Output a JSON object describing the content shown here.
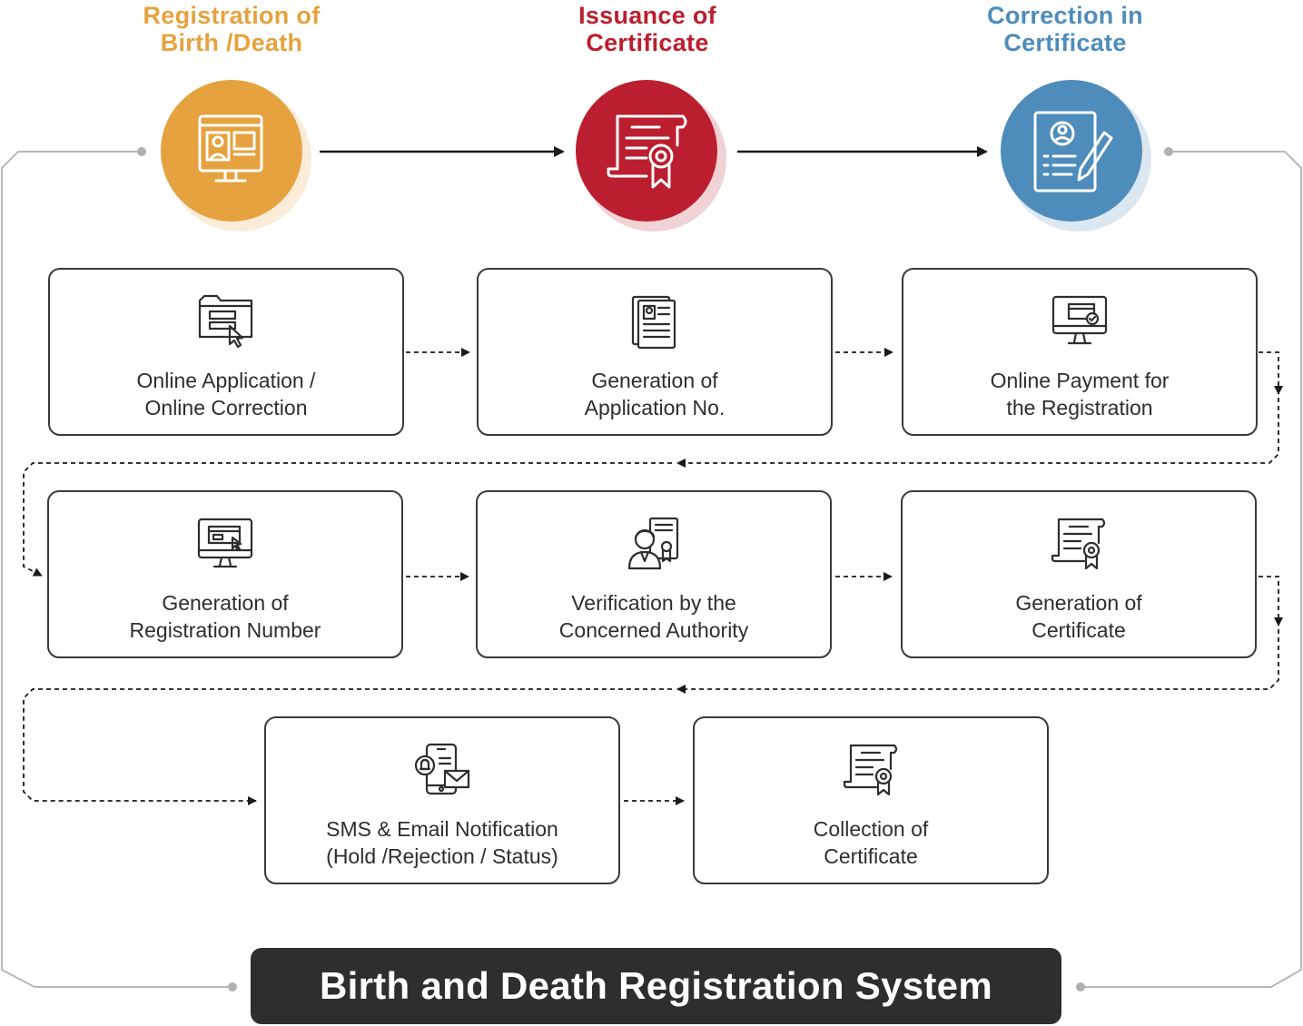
{
  "colors": {
    "registration": "#E5A23E",
    "issuance": "#BB1E2E",
    "correction": "#4E8CBB",
    "banner": "#2E2E2E",
    "text": "#2E2E2E",
    "outline": "#B4B4B4"
  },
  "stages": [
    {
      "line1": "Registration of",
      "line2": "Birth /Death",
      "icon": "computer-profile-icon"
    },
    {
      "line1": "Issuance of",
      "line2": "Certificate",
      "icon": "certificate-icon"
    },
    {
      "line1": "Correction in",
      "line2": "Certificate",
      "icon": "document-edit-icon"
    }
  ],
  "steps": [
    {
      "line1": "Online Application /",
      "line2": "Online Correction",
      "icon": "online-application-icon"
    },
    {
      "line1": "Generation of",
      "line2": "Application No.",
      "icon": "application-document-icon"
    },
    {
      "line1": "Online Payment for",
      "line2": "the Registration",
      "icon": "online-payment-icon"
    },
    {
      "line1": "Generation of",
      "line2": "Registration Number",
      "icon": "registration-monitor-icon"
    },
    {
      "line1": "Verification by the",
      "line2": "Concerned Authority",
      "icon": "authority-verification-icon"
    },
    {
      "line1": "Generation of",
      "line2": "Certificate",
      "icon": "certificate-generation-icon"
    },
    {
      "line1": "SMS & Email Notification",
      "line2": "(Hold /Rejection / Status)",
      "icon": "notification-icon"
    },
    {
      "line1": "Collection of",
      "line2": "Certificate",
      "icon": "certificate-collection-icon"
    }
  ],
  "footer": {
    "title": "Birth and Death Registration System"
  }
}
